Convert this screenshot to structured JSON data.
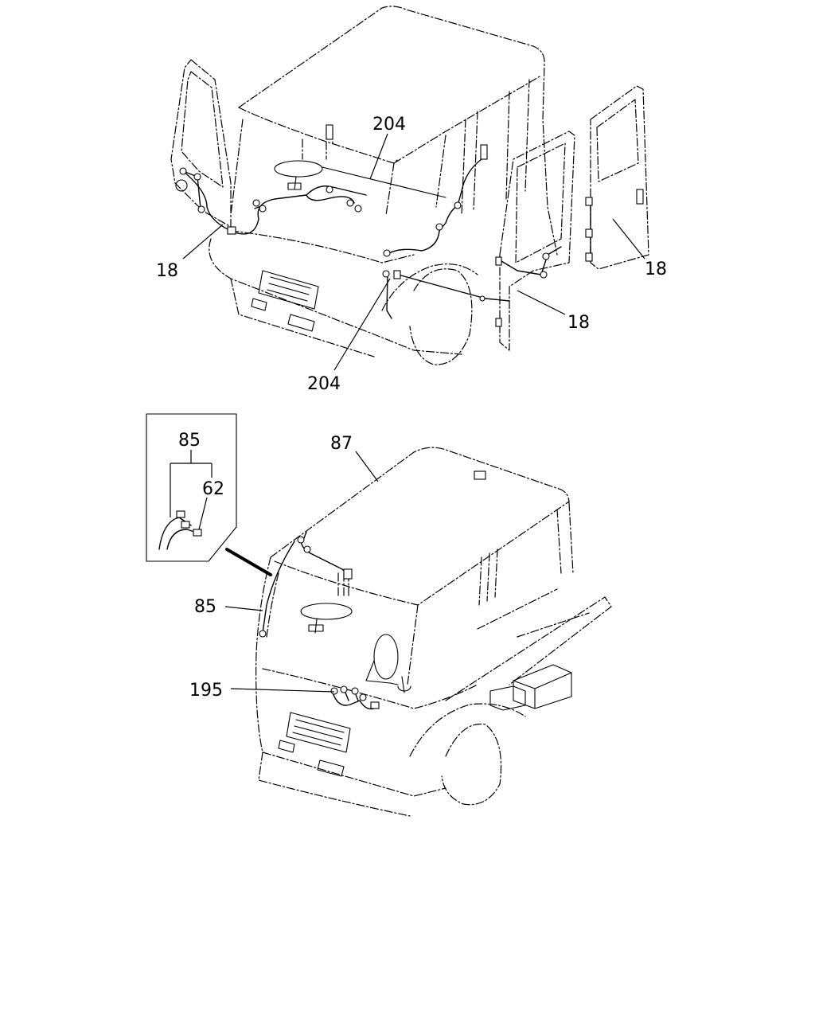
{
  "figure": {
    "top_view": {
      "callouts": [
        {
          "id": "204a",
          "text": "204"
        },
        {
          "id": "18a",
          "text": "18"
        },
        {
          "id": "18b",
          "text": "18"
        },
        {
          "id": "18c",
          "text": "18"
        },
        {
          "id": "204b",
          "text": "204"
        }
      ]
    },
    "bottom_view": {
      "inset": {
        "callouts": [
          {
            "id": "85i",
            "text": "85"
          },
          {
            "id": "62",
            "text": "62"
          }
        ]
      },
      "callouts": [
        {
          "id": "87",
          "text": "87"
        },
        {
          "id": "85",
          "text": "85"
        },
        {
          "id": "195",
          "text": "195"
        }
      ]
    }
  }
}
